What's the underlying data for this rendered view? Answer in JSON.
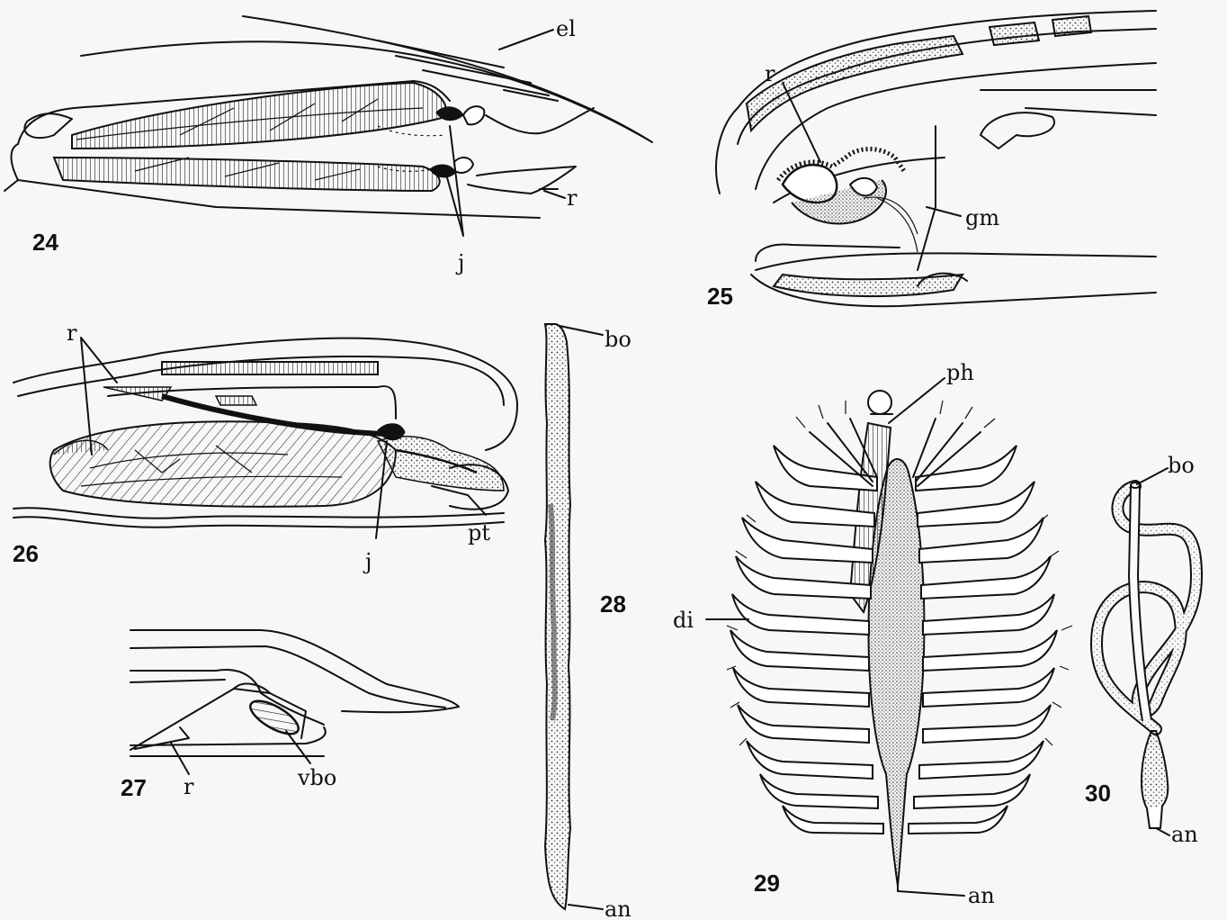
{
  "figures": [
    {
      "number": "24",
      "labels": [
        "el",
        "r",
        "j"
      ]
    },
    {
      "number": "25",
      "labels": [
        "r",
        "gm"
      ]
    },
    {
      "number": "26",
      "labels": [
        "r",
        "j",
        "pt"
      ]
    },
    {
      "number": "27",
      "labels": [
        "r",
        "vbo"
      ]
    },
    {
      "number": "28",
      "labels": [
        "bo",
        "an"
      ]
    },
    {
      "number": "29",
      "labels": [
        "ph",
        "di",
        "an"
      ]
    },
    {
      "number": "30",
      "labels": [
        "bo",
        "an"
      ]
    }
  ]
}
